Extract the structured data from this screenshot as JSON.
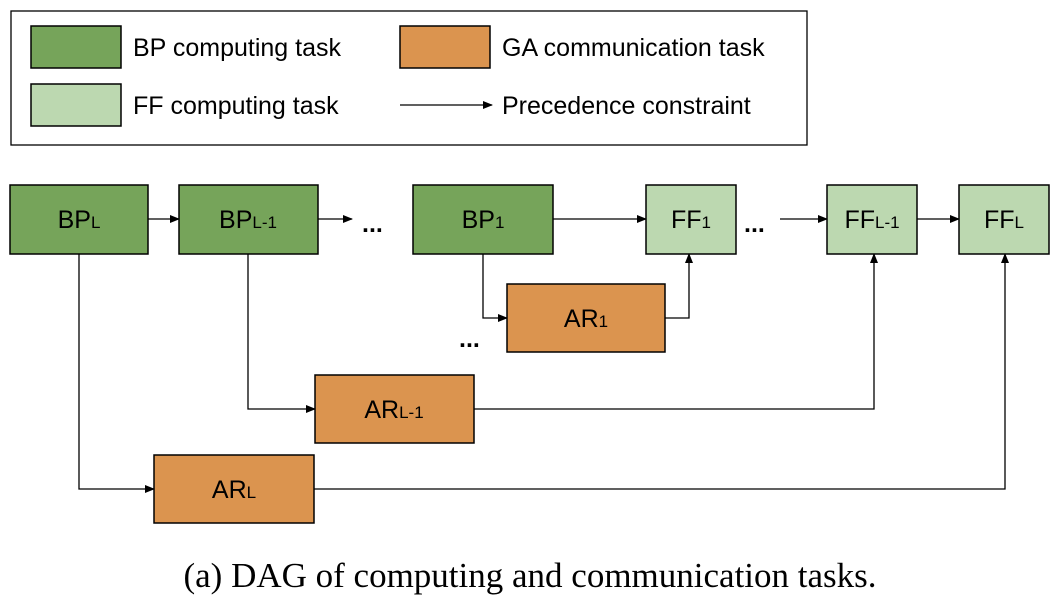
{
  "colors": {
    "bp": "#76a45a",
    "ff": "#bcd8b0",
    "ar": "#db944f",
    "stroke": "#000000"
  },
  "legend": {
    "bp_label": "BP computing task",
    "ga_label": "GA communication task",
    "ff_label": "FF computing task",
    "precedence_label": "Precedence constraint"
  },
  "nodes": {
    "bp_l": {
      "main": "BP",
      "sub": "L"
    },
    "bp_l1": {
      "main": "BP",
      "sub": "L-1"
    },
    "bp_1": {
      "main": "BP",
      "sub": "1"
    },
    "ff_1": {
      "main": "FF",
      "sub": "1"
    },
    "ff_l1": {
      "main": "FF",
      "sub": "L-1"
    },
    "ff_l": {
      "main": "FF",
      "sub": "L"
    },
    "ar_1": {
      "main": "AR",
      "sub": "1"
    },
    "ar_l1": {
      "main": "AR",
      "sub": "L-1"
    },
    "ar_l": {
      "main": "AR",
      "sub": "L"
    }
  },
  "ellipsis": "...",
  "caption": "(a) DAG of computing and communication tasks."
}
